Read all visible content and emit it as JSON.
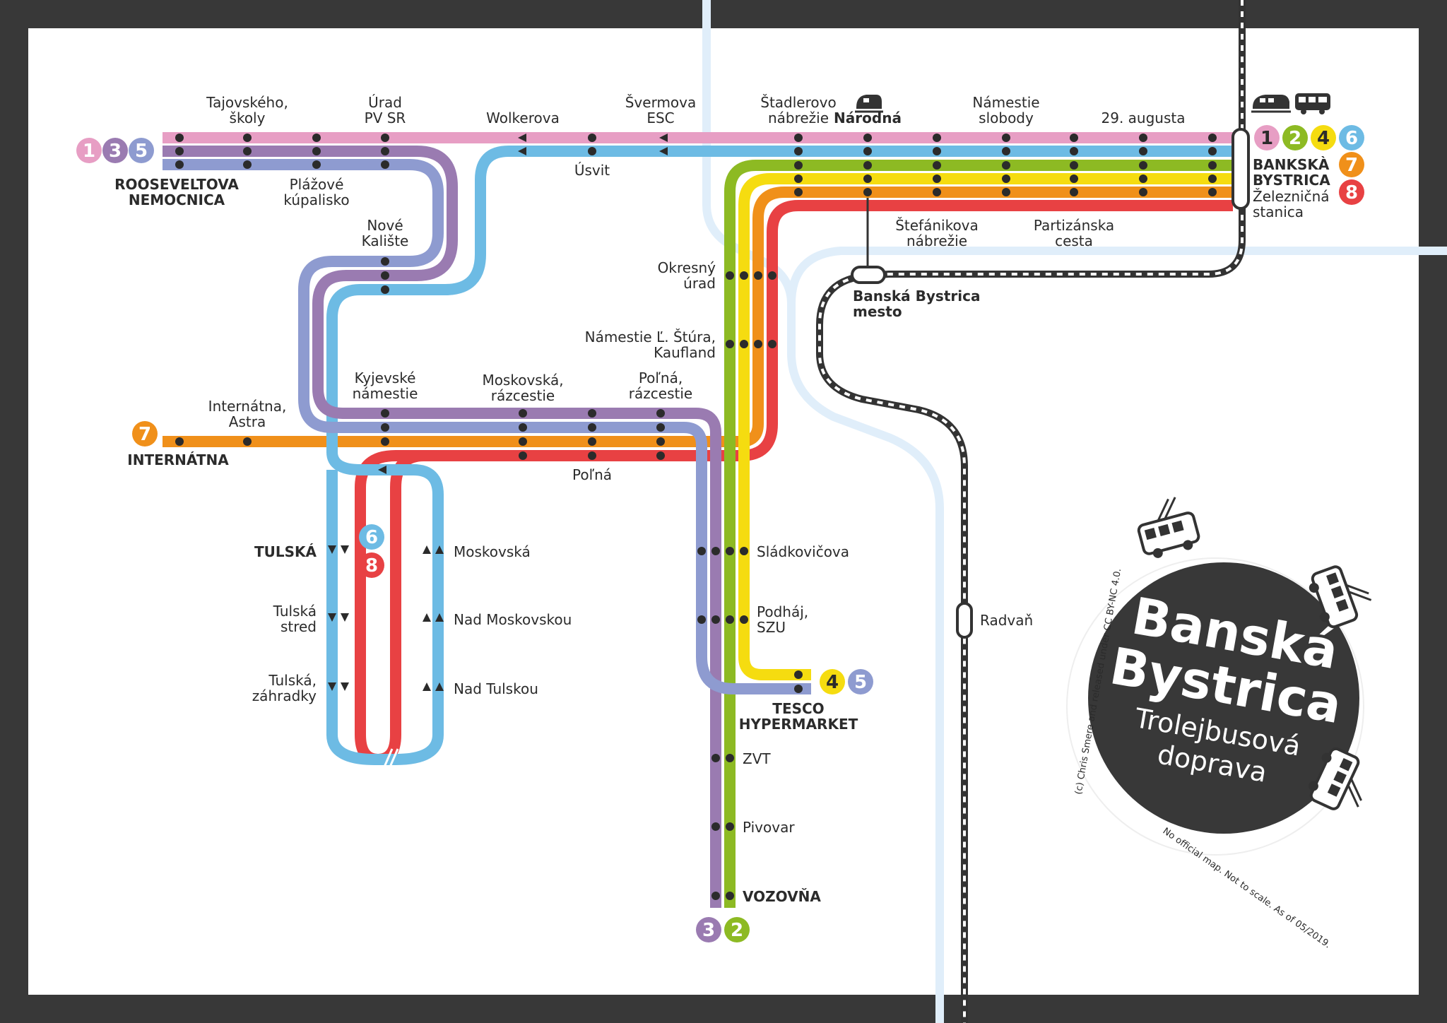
{
  "title": {
    "city_line1": "Banská",
    "city_line2": "Bystrica",
    "subtitle_line1": "Trolejbusová",
    "subtitle_line2": "doprava",
    "credit": "(c) Chris Smere and released under CC BY-NC 4.0.",
    "note": "No official map. Not to scale. As of 05/2019."
  },
  "colors": {
    "line1": "#e79ec4",
    "line2": "#8dba23",
    "line3": "#9a7bb1",
    "line4": "#f5dc10",
    "line5": "#8e9bd0",
    "line6": "#6dbbe4",
    "line7": "#f0901a",
    "line8": "#e84143",
    "river": "#e0eefa",
    "rail": "#333333",
    "frame": "#383838"
  },
  "terminals": {
    "rooseveltova_l1": "ROOSEVELTOVA",
    "rooseveltova_l2": "NEMOCNICA",
    "internatna": "INTERNÁTNA",
    "tulska": "TULSKÁ",
    "tesco_l1": "TESCO",
    "tesco_l2": "HYPERMARKET",
    "vozovna": "VOZOVŇA",
    "bb_l1": "BANKSKÀ",
    "bb_l2": "BYSTRICA",
    "bb_l3": "Železničná",
    "bb_l4": "stanica"
  },
  "stations": {
    "tajovskeho_l1": "Tajovského,",
    "tajovskeho_l2": "školy",
    "urad_l1": "Úrad",
    "urad_l2": "PV SR",
    "wolkerova": "Wolkerova",
    "svermova_l1": "Švermova",
    "svermova_l2": "ESC",
    "stadlerovo_l1": "Štadlerovo",
    "stadlerovo_l2": "nábrežie",
    "narodna": "Národná",
    "namestie_l1": "Námestie",
    "namestie_l2": "slobody",
    "augusta": "29. augusta",
    "plazove_l1": "Plážové",
    "plazove_l2": "kúpalisko",
    "usvit": "Úsvit",
    "stefanikova_l1": "Štefánikova",
    "stefanikova_l2": "nábrežie",
    "partizanska_l1": "Partizánska",
    "partizanska_l2": "cesta",
    "nove_l1": "Nové",
    "nove_l2": "Kalište",
    "okresny_l1": "Okresný",
    "okresny_l2": "úrad",
    "bbmesto_l1": "Banská Bystrica",
    "bbmesto_l2": "mesto",
    "stur_l1": "Námestie Ľ. Štúra,",
    "stur_l2": "Kaufland",
    "kyjevske_l1": "Kyjevské",
    "kyjevske_l2": "námestie",
    "moskovska_r_l1": "Moskovská,",
    "moskovska_r_l2": "rázcestie",
    "polna_r_l1": "Poľná,",
    "polna_r_l2": "rázcestie",
    "internatna_astra_l1": "Internátna,",
    "internatna_astra_l2": "Astra",
    "polna": "Poľná",
    "moskovska": "Moskovská",
    "tulska_stred_l1": "Tulská",
    "tulska_stred_l2": "stred",
    "nad_moskovskou": "Nad Moskovskou",
    "tulska_zahradky_l1": "Tulská,",
    "tulska_zahradky_l2": "záhradky",
    "nad_tulskou": "Nad Tulskou",
    "sladkovicova": "Sládkovičova",
    "podhaj_l1": "Podháj,",
    "podhaj_l2": "SZU",
    "zvt": "ZVT",
    "pivovar": "Pivovar",
    "radvan": "Radvaň"
  },
  "badges": {
    "b1": "1",
    "b2": "2",
    "b3": "3",
    "b4": "4",
    "b5": "5",
    "b6": "6",
    "b7": "7",
    "b8": "8"
  },
  "icons": [
    "train-icon",
    "bus-icon",
    "trolleybus-icon"
  ]
}
